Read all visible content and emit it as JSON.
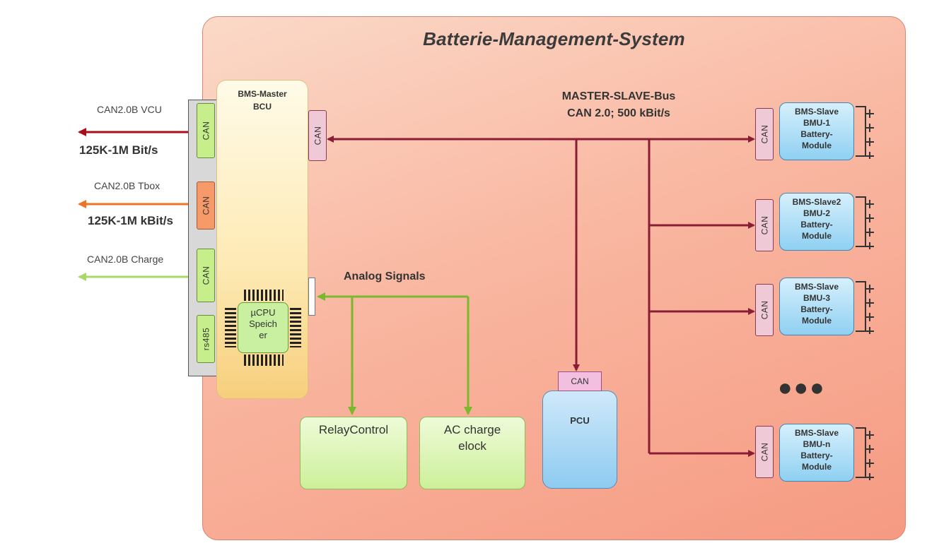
{
  "title": "Batterie-Management-System",
  "left_links": [
    {
      "label": "CAN2.0B VCU",
      "speed": "125K-1M Bit/s",
      "color": "#a80f1a"
    },
    {
      "label": "CAN2.0B Tbox",
      "speed": "125K-1M kBit/s",
      "color": "#f07224"
    },
    {
      "label": "CAN2.0B Charge",
      "speed": "",
      "color": "#a8d86a"
    }
  ],
  "master": {
    "line1": "BMS-Master",
    "line2": "BCU"
  },
  "ports": {
    "can": "CAN",
    "rs485": "rs485"
  },
  "cpu": {
    "line1": "µCPU",
    "line2": "Speich",
    "line3": "er"
  },
  "bus": {
    "line1": "MASTER-SLAVE-Bus",
    "line2": "CAN 2.0; 500 kBit/s"
  },
  "analog_label": "Analog Signals",
  "relay": "RelayControl",
  "ac_charge": {
    "line1": "AC charge",
    "line2": "elock"
  },
  "pcu": {
    "can": "CAN",
    "label": "PCU"
  },
  "slaves": [
    {
      "l1": "BMS-Slave",
      "l2": "BMU-1",
      "l3": "Battery-",
      "l4": "Module"
    },
    {
      "l1": "BMS-Slave2",
      "l2": "BMU-2",
      "l3": "Battery-",
      "l4": "Module"
    },
    {
      "l1": "BMS-Slave",
      "l2": "BMU-3",
      "l3": "Battery-",
      "l4": "Module"
    },
    {
      "l1": "BMS-Slave",
      "l2": "BMU-n",
      "l3": "Battery-",
      "l4": "Module"
    }
  ],
  "ellipsis": "●●●",
  "colors": {
    "bus": "#8b1c35",
    "analog": "#7ab82e",
    "frame": "#f8a98e"
  }
}
